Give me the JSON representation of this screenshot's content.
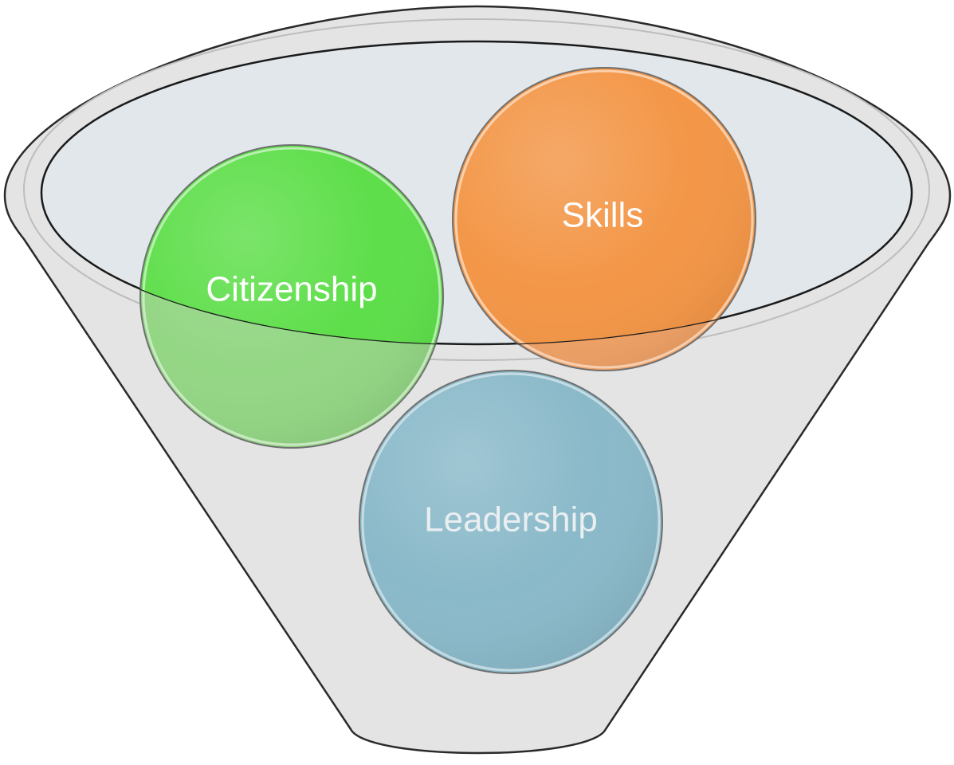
{
  "diagram": {
    "type": "funnel",
    "container_colors": {
      "funnel_fill": "#e4e4e4",
      "funnel_stroke": "#2a2a2a",
      "opening_fill": "#dfeaf1"
    },
    "items": [
      {
        "label": "Citizenship",
        "color": "#5ede4a",
        "lower_color": "#93d684",
        "text_color": "#ffffff"
      },
      {
        "label": "Skills",
        "color": "#f39647",
        "lower_color": "#f0a266",
        "text_color": "#ffffff"
      },
      {
        "label": "Leadership",
        "color": "#8ab9c9",
        "lower_color": "#8ab9c9",
        "text_color": "#e9eef1"
      }
    ]
  }
}
